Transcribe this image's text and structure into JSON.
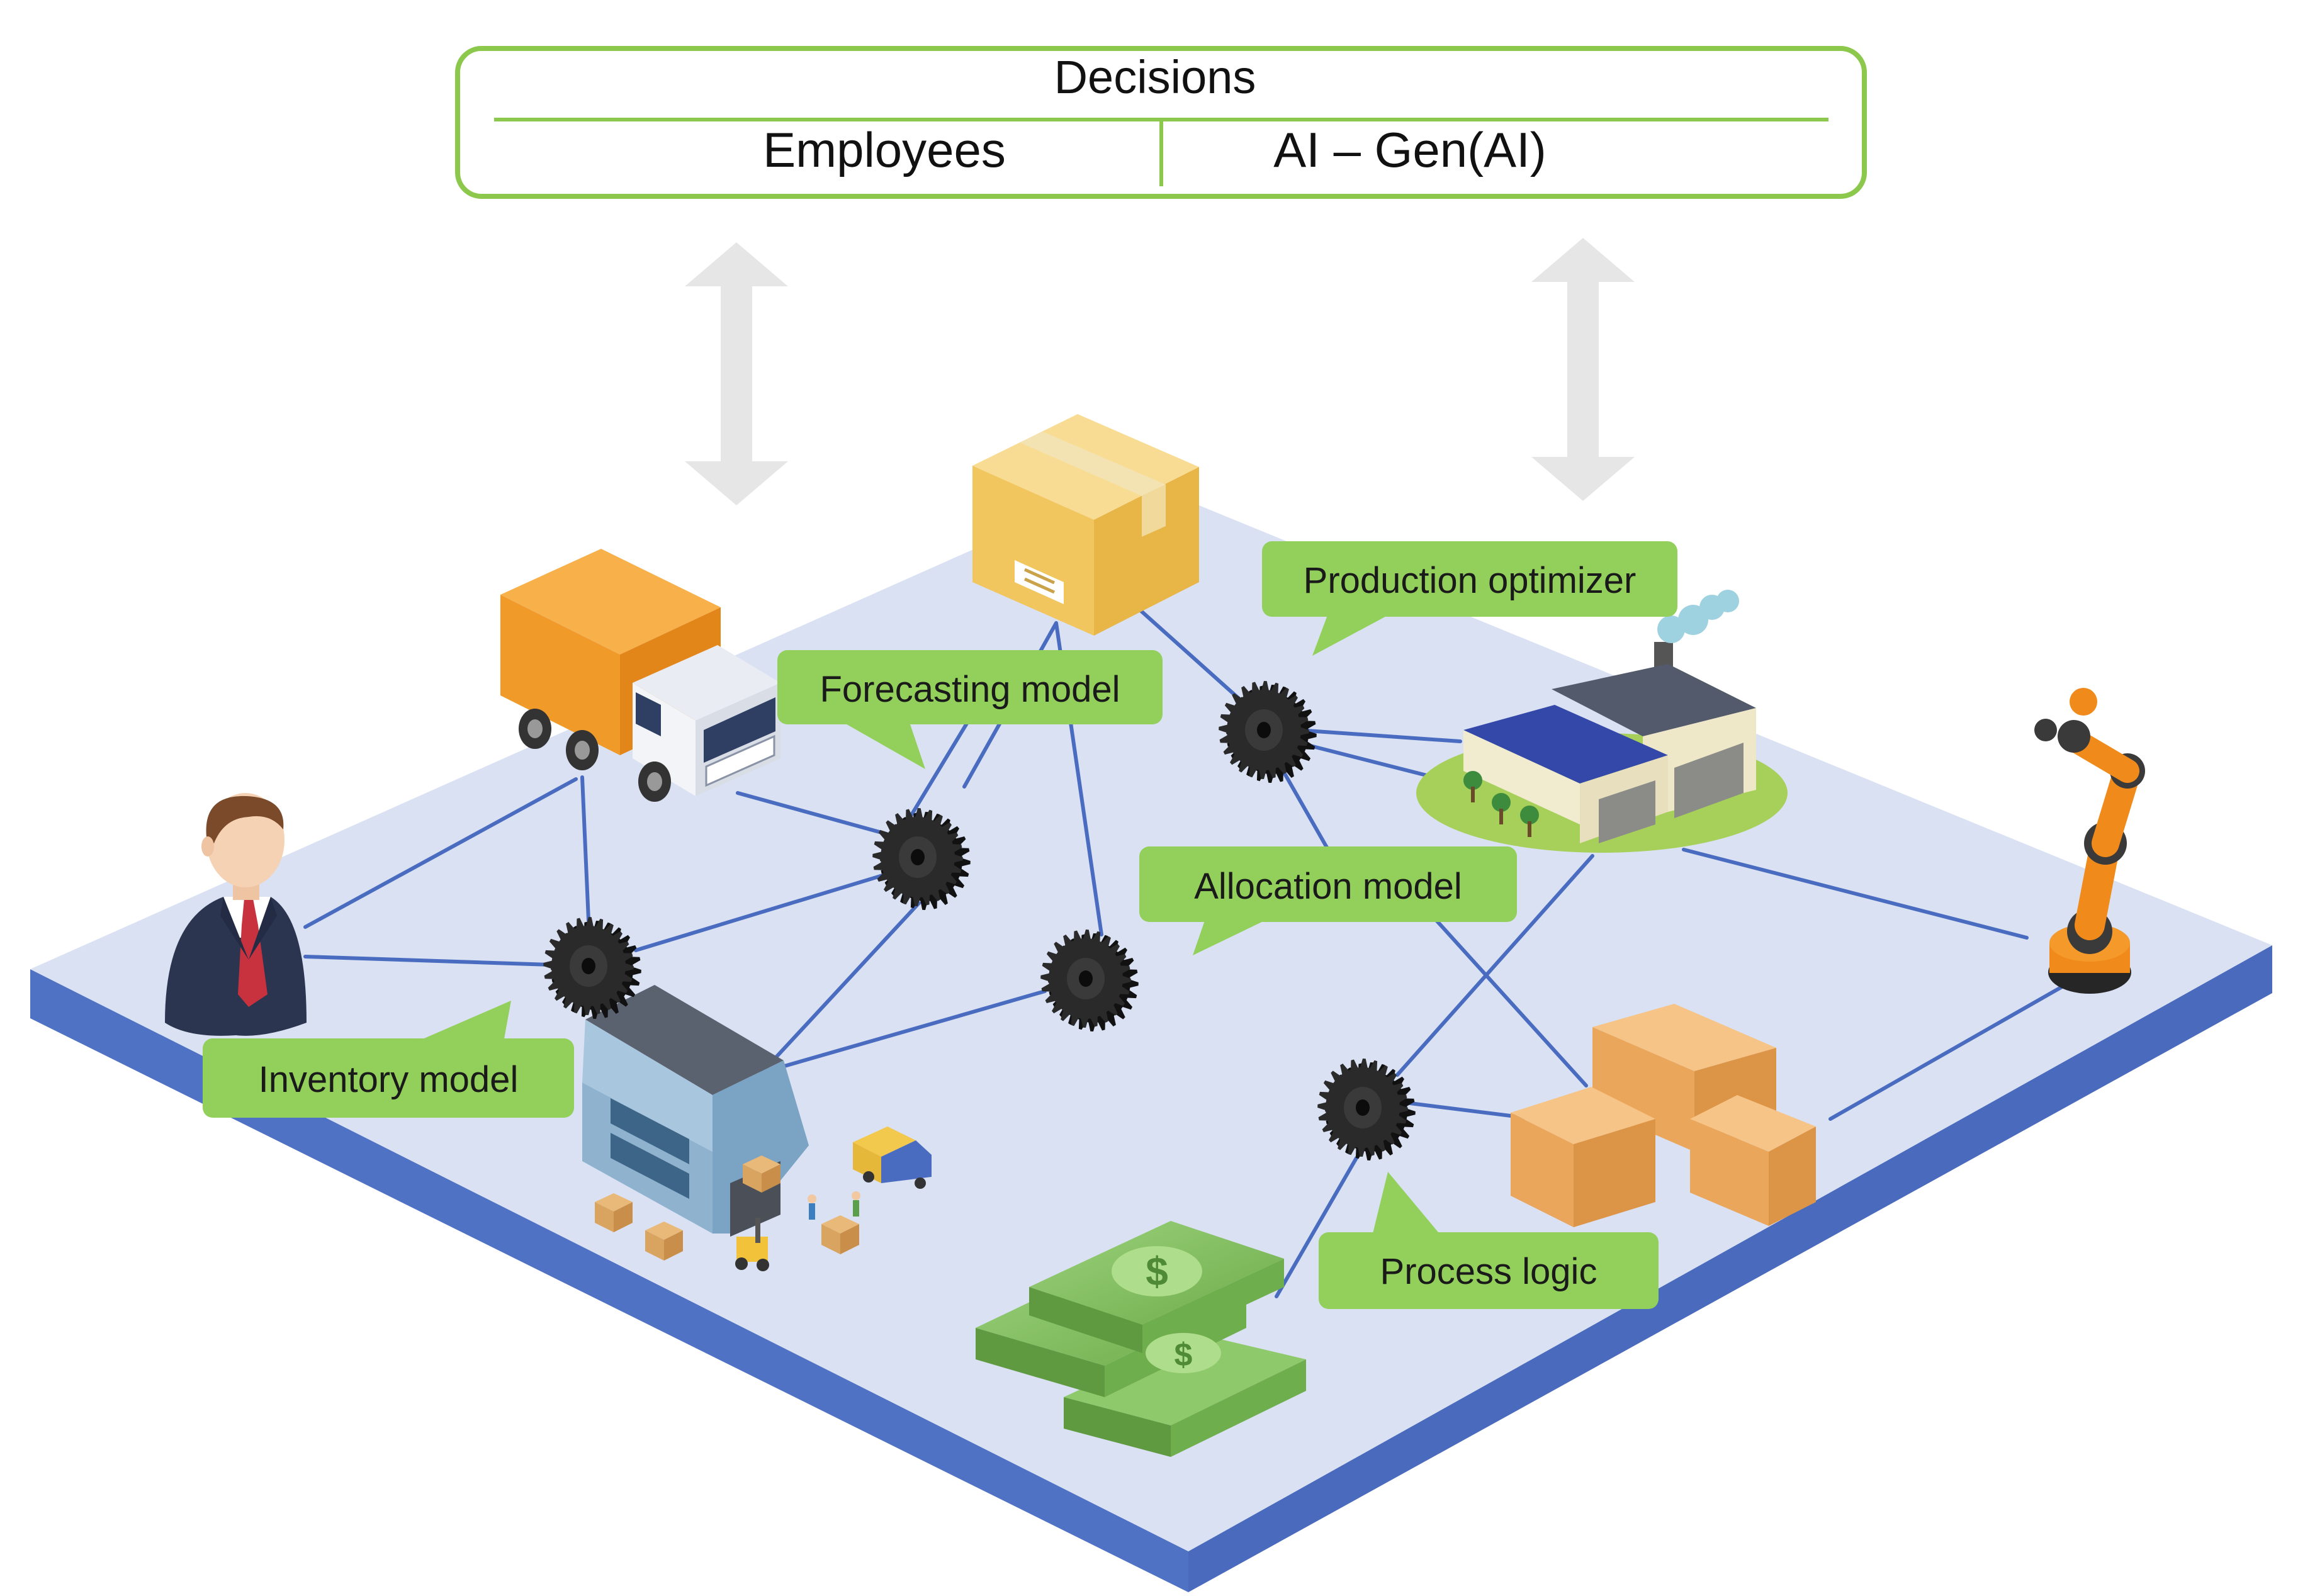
{
  "decisions": {
    "title": "Decisions",
    "left": "Employees",
    "right": "AI – Gen(AI)"
  },
  "labels": {
    "forecasting": "Forecasting model",
    "production": "Production optimizer",
    "allocation": "Allocation model",
    "inventory": "Inventory model",
    "process": "Process logic"
  },
  "colors": {
    "box_border": "#8cc84b",
    "callout_fill": "#92cf5b",
    "platform_top": "#d9e1f3",
    "platform_side": "#4f72c4",
    "link_line": "#4a6cc0",
    "arrow_fill": "#e6e6e6",
    "gear_fill": "#2a2a2a"
  },
  "icons": [
    "person-icon",
    "truck-icon",
    "parcel-box-icon",
    "factory-icon",
    "robot-arm-icon",
    "warehouse-icon",
    "cardboard-boxes-icon",
    "money-stack-icon",
    "gear-icon"
  ]
}
